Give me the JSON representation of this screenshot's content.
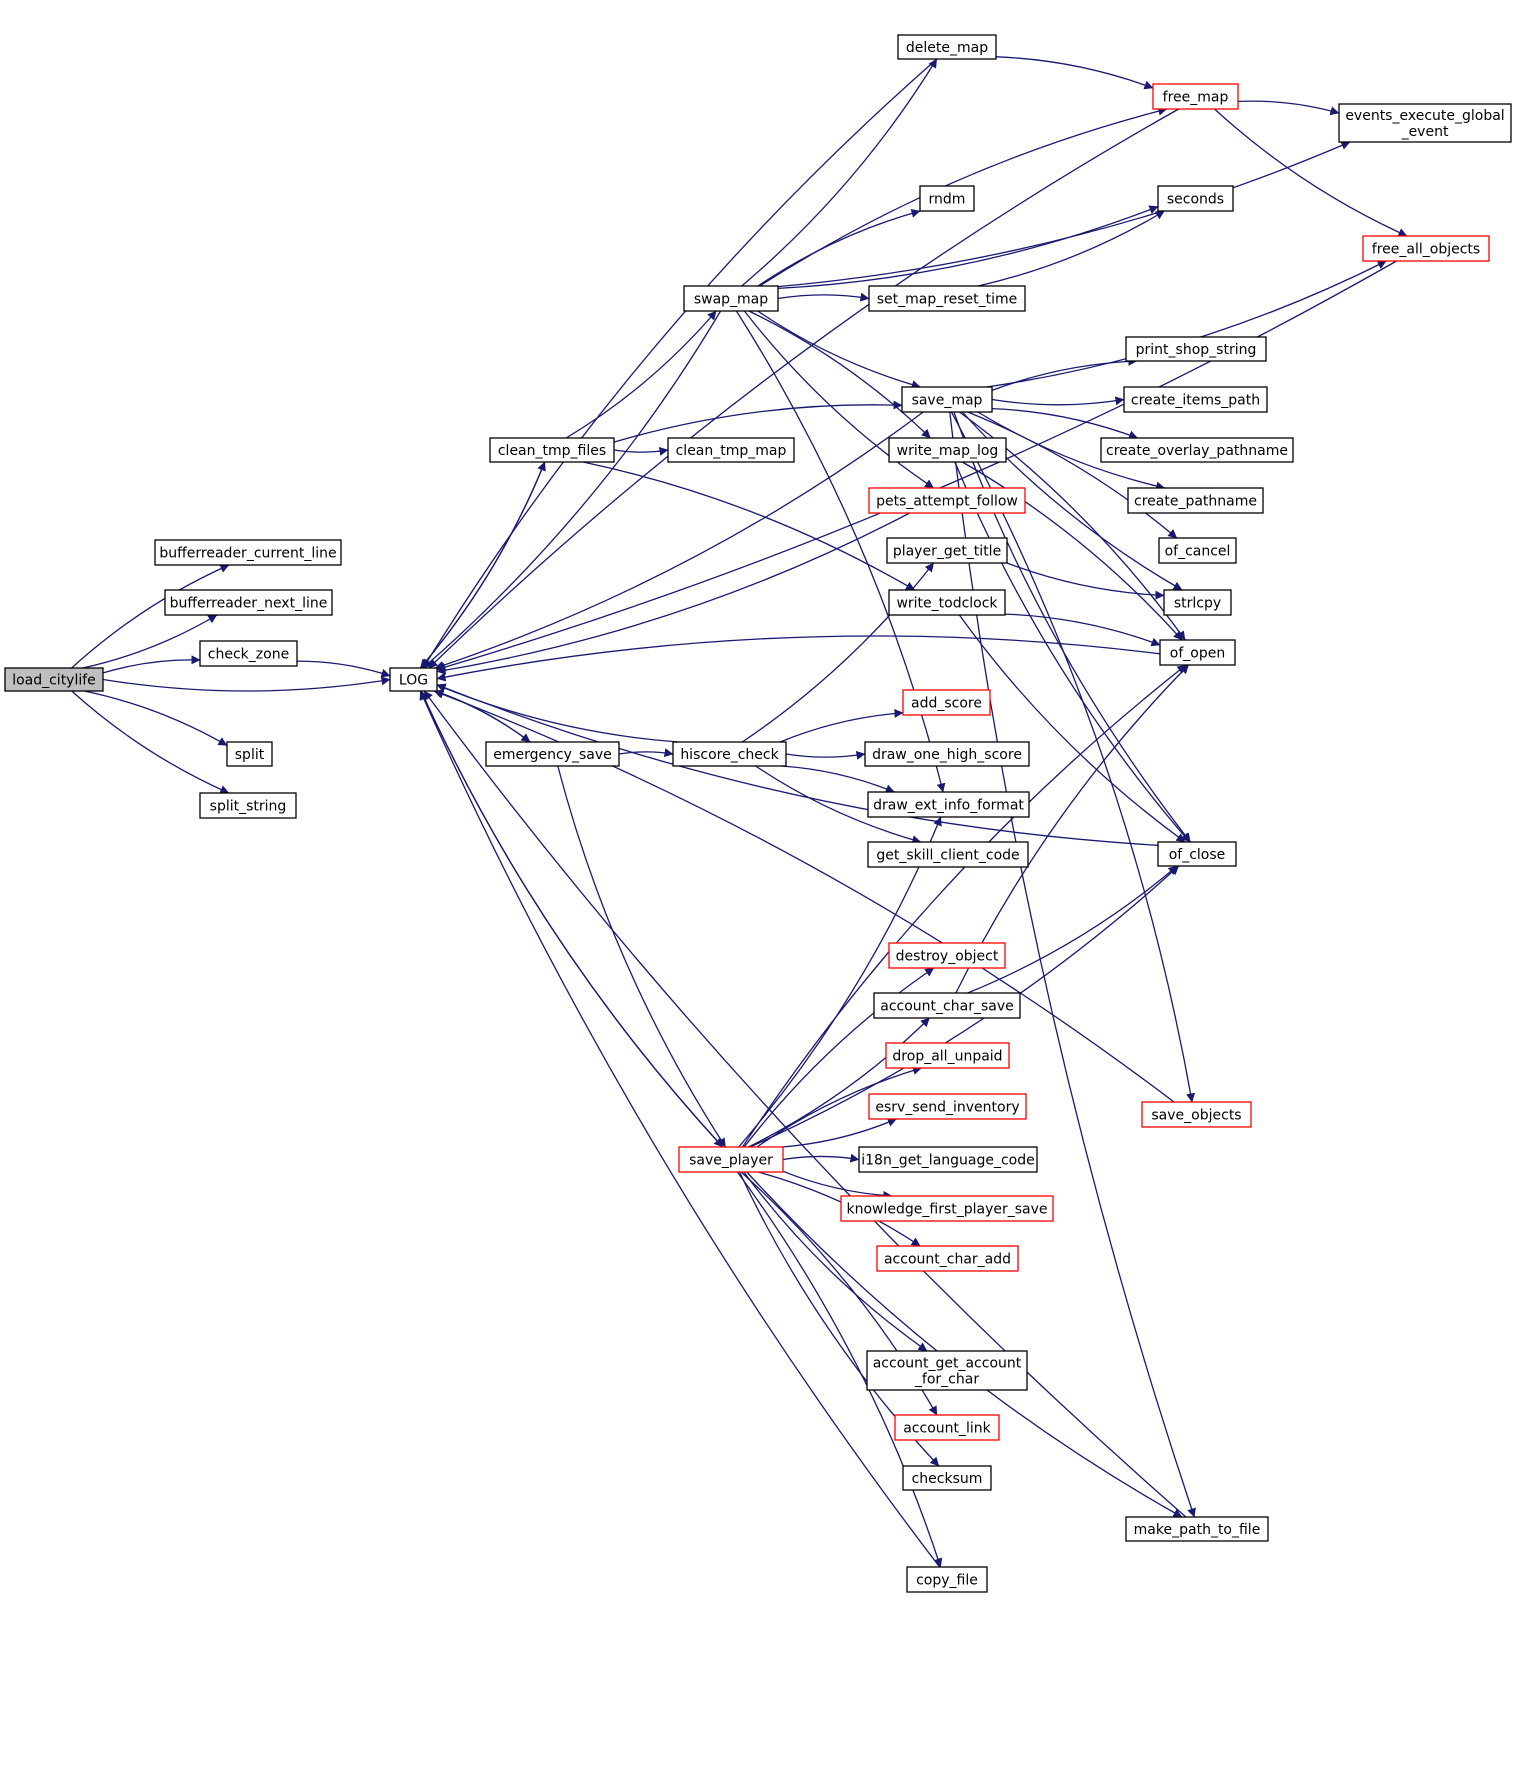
{
  "graph": {
    "nodes": [
      {
        "id": "load_citylife",
        "lines": [
          "load_citylife"
        ],
        "style": "current"
      },
      {
        "id": "bufferreader_current_line",
        "lines": [
          "bufferreader_current_line"
        ],
        "style": "normal"
      },
      {
        "id": "bufferreader_next_line",
        "lines": [
          "bufferreader_next_line"
        ],
        "style": "normal"
      },
      {
        "id": "check_zone",
        "lines": [
          "check_zone"
        ],
        "style": "normal"
      },
      {
        "id": "split",
        "lines": [
          "split"
        ],
        "style": "normal"
      },
      {
        "id": "split_string",
        "lines": [
          "split_string"
        ],
        "style": "normal"
      },
      {
        "id": "LOG",
        "lines": [
          "LOG"
        ],
        "style": "normal"
      },
      {
        "id": "clean_tmp_files",
        "lines": [
          "clean_tmp_files"
        ],
        "style": "normal"
      },
      {
        "id": "emergency_save",
        "lines": [
          "emergency_save"
        ],
        "style": "normal"
      },
      {
        "id": "swap_map",
        "lines": [
          "swap_map"
        ],
        "style": "normal"
      },
      {
        "id": "clean_tmp_map",
        "lines": [
          "clean_tmp_map"
        ],
        "style": "normal"
      },
      {
        "id": "hiscore_check",
        "lines": [
          "hiscore_check"
        ],
        "style": "normal"
      },
      {
        "id": "save_player",
        "lines": [
          "save_player"
        ],
        "style": "truncated"
      },
      {
        "id": "delete_map",
        "lines": [
          "delete_map"
        ],
        "style": "normal"
      },
      {
        "id": "rndm",
        "lines": [
          "rndm"
        ],
        "style": "normal"
      },
      {
        "id": "set_map_reset_time",
        "lines": [
          "set_map_reset_time"
        ],
        "style": "normal"
      },
      {
        "id": "save_map",
        "lines": [
          "save_map"
        ],
        "style": "normal"
      },
      {
        "id": "write_map_log",
        "lines": [
          "write_map_log"
        ],
        "style": "normal"
      },
      {
        "id": "pets_attempt_follow",
        "lines": [
          "pets_attempt_follow"
        ],
        "style": "truncated"
      },
      {
        "id": "player_get_title",
        "lines": [
          "player_get_title"
        ],
        "style": "normal"
      },
      {
        "id": "write_todclock",
        "lines": [
          "write_todclock"
        ],
        "style": "normal"
      },
      {
        "id": "add_score",
        "lines": [
          "add_score"
        ],
        "style": "truncated"
      },
      {
        "id": "draw_one_high_score",
        "lines": [
          "draw_one_high_score"
        ],
        "style": "normal"
      },
      {
        "id": "draw_ext_info_format",
        "lines": [
          "draw_ext_info_format"
        ],
        "style": "normal"
      },
      {
        "id": "get_skill_client_code",
        "lines": [
          "get_skill_client_code"
        ],
        "style": "normal"
      },
      {
        "id": "destroy_object",
        "lines": [
          "destroy_object"
        ],
        "style": "truncated"
      },
      {
        "id": "account_char_save",
        "lines": [
          "account_char_save"
        ],
        "style": "normal"
      },
      {
        "id": "drop_all_unpaid",
        "lines": [
          "drop_all_unpaid"
        ],
        "style": "truncated"
      },
      {
        "id": "esrv_send_inventory",
        "lines": [
          "esrv_send_inventory"
        ],
        "style": "truncated"
      },
      {
        "id": "i18n_get_language_code",
        "lines": [
          "i18n_get_language_code"
        ],
        "style": "normal"
      },
      {
        "id": "knowledge_first_player_save",
        "lines": [
          "knowledge_first_player_save"
        ],
        "style": "truncated"
      },
      {
        "id": "account_char_add",
        "lines": [
          "account_char_add"
        ],
        "style": "truncated"
      },
      {
        "id": "account_get_account_for_char",
        "lines": [
          "account_get_account",
          "_for_char"
        ],
        "style": "normal"
      },
      {
        "id": "account_link",
        "lines": [
          "account_link"
        ],
        "style": "truncated"
      },
      {
        "id": "checksum",
        "lines": [
          "checksum"
        ],
        "style": "normal"
      },
      {
        "id": "copy_file",
        "lines": [
          "copy_file"
        ],
        "style": "normal"
      },
      {
        "id": "free_map",
        "lines": [
          "free_map"
        ],
        "style": "truncated"
      },
      {
        "id": "events_execute_global_event",
        "lines": [
          "events_execute_global",
          "_event"
        ],
        "style": "normal"
      },
      {
        "id": "seconds",
        "lines": [
          "seconds"
        ],
        "style": "normal"
      },
      {
        "id": "free_all_objects",
        "lines": [
          "free_all_objects"
        ],
        "style": "truncated"
      },
      {
        "id": "print_shop_string",
        "lines": [
          "print_shop_string"
        ],
        "style": "normal"
      },
      {
        "id": "create_items_path",
        "lines": [
          "create_items_path"
        ],
        "style": "normal"
      },
      {
        "id": "create_overlay_pathname",
        "lines": [
          "create_overlay_pathname"
        ],
        "style": "normal"
      },
      {
        "id": "create_pathname",
        "lines": [
          "create_pathname"
        ],
        "style": "normal"
      },
      {
        "id": "of_cancel",
        "lines": [
          "of_cancel"
        ],
        "style": "normal"
      },
      {
        "id": "strlcpy",
        "lines": [
          "strlcpy"
        ],
        "style": "normal"
      },
      {
        "id": "of_open",
        "lines": [
          "of_open"
        ],
        "style": "normal"
      },
      {
        "id": "of_close",
        "lines": [
          "of_close"
        ],
        "style": "normal"
      },
      {
        "id": "save_objects",
        "lines": [
          "save_objects"
        ],
        "style": "truncated"
      },
      {
        "id": "make_path_to_file",
        "lines": [
          "make_path_to_file"
        ],
        "style": "normal"
      }
    ],
    "edges": [
      {
        "from": "load_citylife",
        "to": "bufferreader_current_line"
      },
      {
        "from": "load_citylife",
        "to": "bufferreader_next_line"
      },
      {
        "from": "load_citylife",
        "to": "check_zone"
      },
      {
        "from": "load_citylife",
        "to": "LOG"
      },
      {
        "from": "load_citylife",
        "to": "split"
      },
      {
        "from": "load_citylife",
        "to": "split_string"
      },
      {
        "from": "check_zone",
        "to": "LOG"
      },
      {
        "from": "LOG",
        "to": "clean_tmp_files"
      },
      {
        "from": "LOG",
        "to": "emergency_save"
      },
      {
        "from": "LOG",
        "to": "save_player"
      },
      {
        "from": "clean_tmp_files",
        "to": "LOG"
      },
      {
        "from": "clean_tmp_files",
        "to": "clean_tmp_map"
      },
      {
        "from": "clean_tmp_files",
        "to": "save_map"
      },
      {
        "from": "clean_tmp_files",
        "to": "swap_map"
      },
      {
        "from": "clean_tmp_files",
        "to": "write_todclock"
      },
      {
        "from": "emergency_save",
        "to": "LOG"
      },
      {
        "from": "emergency_save",
        "to": "hiscore_check"
      },
      {
        "from": "emergency_save",
        "to": "save_player"
      },
      {
        "from": "swap_map",
        "to": "LOG"
      },
      {
        "from": "swap_map",
        "to": "delete_map"
      },
      {
        "from": "swap_map",
        "to": "free_map"
      },
      {
        "from": "swap_map",
        "to": "events_execute_global_event"
      },
      {
        "from": "swap_map",
        "to": "rndm"
      },
      {
        "from": "swap_map",
        "to": "seconds"
      },
      {
        "from": "swap_map",
        "to": "set_map_reset_time"
      },
      {
        "from": "swap_map",
        "to": "save_map"
      },
      {
        "from": "swap_map",
        "to": "write_map_log"
      },
      {
        "from": "swap_map",
        "to": "pets_attempt_follow"
      },
      {
        "from": "swap_map",
        "to": "draw_ext_info_format"
      },
      {
        "from": "delete_map",
        "to": "LOG"
      },
      {
        "from": "delete_map",
        "to": "free_map"
      },
      {
        "from": "free_map",
        "to": "LOG"
      },
      {
        "from": "free_map",
        "to": "events_execute_global_event"
      },
      {
        "from": "free_map",
        "to": "free_all_objects"
      },
      {
        "from": "free_all_objects",
        "to": "LOG"
      },
      {
        "from": "set_map_reset_time",
        "to": "seconds"
      },
      {
        "from": "save_map",
        "to": "LOG"
      },
      {
        "from": "save_map",
        "to": "free_all_objects"
      },
      {
        "from": "save_map",
        "to": "print_shop_string"
      },
      {
        "from": "save_map",
        "to": "create_items_path"
      },
      {
        "from": "save_map",
        "to": "create_overlay_pathname"
      },
      {
        "from": "save_map",
        "to": "create_pathname"
      },
      {
        "from": "save_map",
        "to": "of_cancel"
      },
      {
        "from": "save_map",
        "to": "strlcpy"
      },
      {
        "from": "save_map",
        "to": "of_open"
      },
      {
        "from": "save_map",
        "to": "of_close"
      },
      {
        "from": "save_map",
        "to": "save_objects"
      },
      {
        "from": "save_map",
        "to": "make_path_to_file"
      },
      {
        "from": "write_map_log",
        "to": "of_open"
      },
      {
        "from": "write_map_log",
        "to": "of_close"
      },
      {
        "from": "pets_attempt_follow",
        "to": "LOG"
      },
      {
        "from": "player_get_title",
        "to": "strlcpy"
      },
      {
        "from": "write_todclock",
        "to": "of_open"
      },
      {
        "from": "write_todclock",
        "to": "of_close"
      },
      {
        "from": "hiscore_check",
        "to": "LOG"
      },
      {
        "from": "hiscore_check",
        "to": "player_get_title"
      },
      {
        "from": "hiscore_check",
        "to": "add_score"
      },
      {
        "from": "hiscore_check",
        "to": "draw_one_high_score"
      },
      {
        "from": "hiscore_check",
        "to": "draw_ext_info_format"
      },
      {
        "from": "hiscore_check",
        "to": "get_skill_client_code"
      },
      {
        "from": "save_player",
        "to": "LOG"
      },
      {
        "from": "save_player",
        "to": "draw_ext_info_format"
      },
      {
        "from": "save_player",
        "to": "destroy_object"
      },
      {
        "from": "save_player",
        "to": "account_char_save"
      },
      {
        "from": "save_player",
        "to": "drop_all_unpaid"
      },
      {
        "from": "save_player",
        "to": "esrv_send_inventory"
      },
      {
        "from": "save_player",
        "to": "i18n_get_language_code"
      },
      {
        "from": "save_player",
        "to": "knowledge_first_player_save"
      },
      {
        "from": "save_player",
        "to": "account_char_add"
      },
      {
        "from": "save_player",
        "to": "account_get_account_for_char"
      },
      {
        "from": "save_player",
        "to": "account_link"
      },
      {
        "from": "save_player",
        "to": "checksum"
      },
      {
        "from": "save_player",
        "to": "copy_file"
      },
      {
        "from": "save_player",
        "to": "make_path_to_file"
      },
      {
        "from": "save_player",
        "to": "of_open"
      },
      {
        "from": "save_player",
        "to": "of_close"
      },
      {
        "from": "account_char_save",
        "to": "of_open"
      },
      {
        "from": "account_char_save",
        "to": "of_close"
      },
      {
        "from": "copy_file",
        "to": "LOG"
      },
      {
        "from": "save_objects",
        "to": "LOG"
      },
      {
        "from": "make_path_to_file",
        "to": "LOG"
      },
      {
        "from": "of_open",
        "to": "LOG"
      },
      {
        "from": "of_close",
        "to": "LOG"
      }
    ]
  }
}
